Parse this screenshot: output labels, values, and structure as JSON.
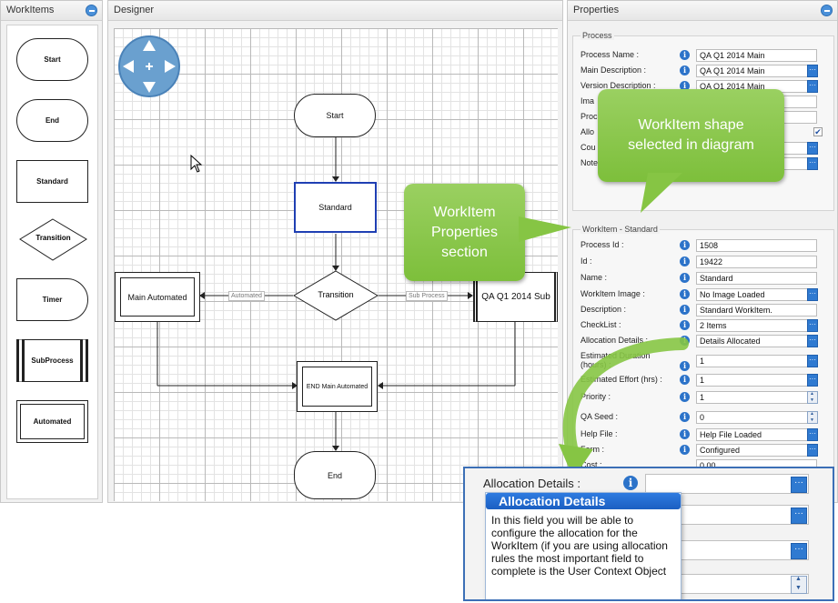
{
  "workitems_panel": {
    "title": "WorkItems",
    "shapes": [
      "Start",
      "End",
      "Standard",
      "Transition",
      "Timer",
      "SubProcess",
      "Automated"
    ]
  },
  "designer_panel": {
    "title": "Designer",
    "nodes": {
      "start": "Start",
      "standard": "Standard",
      "transition": "Transition",
      "main_automated": "Main Automated",
      "sub": "QA Q1 2014 Sub",
      "end_main_automated": "END Main Automated",
      "end": "End"
    },
    "connector_labels": {
      "automated": "Automated",
      "sub_process": "Sub Process"
    }
  },
  "properties_panel": {
    "title": "Properties",
    "process_group": {
      "title": "Process",
      "rows": [
        {
          "label": "Process Name :",
          "value": "QA Q1 2014 Main"
        },
        {
          "label": "Main Description :",
          "value": "QA Q1 2014 Main"
        },
        {
          "label": "Version Description :",
          "value": "QA Q1 2014 Main"
        },
        {
          "label": "Ima",
          "value": ""
        },
        {
          "label": "Proc",
          "value": ""
        },
        {
          "label": "Allo",
          "value": ""
        },
        {
          "label": "Cou",
          "value": "d"
        },
        {
          "label": "Note",
          "value": ""
        }
      ]
    },
    "workitem_group": {
      "title": "WorkItem - Standard",
      "rows": [
        {
          "label": "Process Id :",
          "value": "1508"
        },
        {
          "label": "Id :",
          "value": "19422"
        },
        {
          "label": "Name :",
          "value": "Standard"
        },
        {
          "label": "WorkItem Image :",
          "value": "No Image Loaded"
        },
        {
          "label": "Description :",
          "value": "Standard WorkItem."
        },
        {
          "label": "CheckList :",
          "value": "2 Items"
        },
        {
          "label": "Allocation Details :",
          "value": "Details Allocated"
        },
        {
          "label": "Estimated Duration",
          "label2": "(hours) :",
          "value": "1"
        },
        {
          "label": "Estimated Effort (hrs) :",
          "value": "1"
        },
        {
          "label": "Priority :",
          "value": "1"
        },
        {
          "label": "QA Seed :",
          "value": "0"
        },
        {
          "label": "Help File :",
          "value": "Help File Loaded"
        },
        {
          "label": "Form :",
          "value": "Configured"
        },
        {
          "label": "Cost :",
          "value": "0.00"
        }
      ]
    }
  },
  "callouts": {
    "shape_selected": "WorkItem shape selected in diagram",
    "properties_section": "WorkItem Properties section"
  },
  "zoom_inset": {
    "label": "Allocation Details :",
    "tooltip_title": "Allocation Details",
    "tooltip_body": "In this field you will be able to configure the allocation for the WorkItem (if you are using allocation rules the most important field to complete is the User Context Object"
  },
  "icons": {
    "info": "info-icon",
    "more": "ellipsis-button",
    "pan": "pan-navigation-icon",
    "collapse": "collapse-icon"
  },
  "colors": {
    "accent_blue": "#2c73c9",
    "callout_green": "#86c544",
    "selection_blue": "#1f3fb3"
  }
}
